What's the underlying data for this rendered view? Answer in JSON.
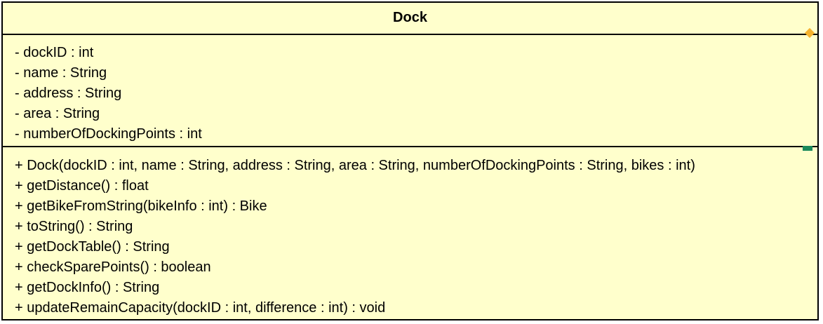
{
  "class": {
    "name": "Dock",
    "attributes": [
      "- dockID : int",
      "- name : String",
      "- address : String",
      "- area : String",
      "- numberOfDockingPoints : int"
    ],
    "operations": [
      "+ Dock(dockID : int, name : String, address : String, area : String, numberOfDockingPoints : String, bikes : int)",
      "+ getDistance() : float",
      "+ getBikeFromString(bikeInfo : int) : Bike",
      "+ toString() : String",
      "+ getDockTable() : String",
      "+ checkSparePoints() : boolean",
      "+ getDockInfo() : String",
      "+ updateRemainCapacity(dockID : int, difference : int) : void"
    ]
  },
  "colors": {
    "fill": "#ffffcc",
    "border": "#000000",
    "class_marker": "#f5b22e",
    "method_marker": "#1a8a5a"
  },
  "icons": {
    "class_marker": "diamond-icon",
    "method_marker": "public-method-icon"
  }
}
